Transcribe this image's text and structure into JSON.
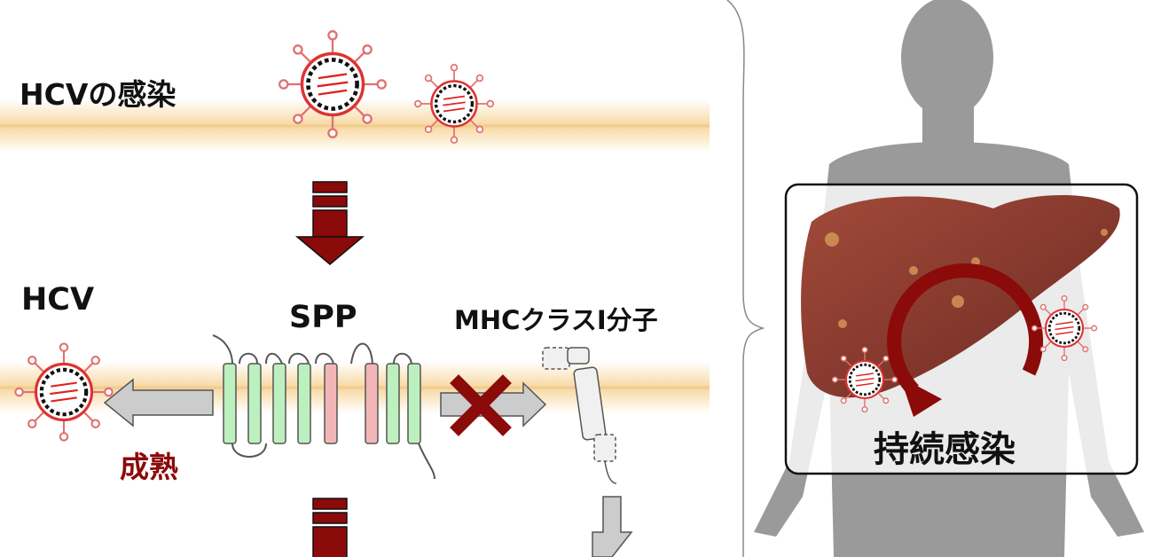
{
  "labels": {
    "infection": "HCVの感染",
    "hcv": "HCV",
    "spp": "SPP",
    "mhc": "MHCクラスI分子",
    "maturation": "成熟",
    "persistent": "持続感染"
  },
  "colors": {
    "arrow_red": "#8b0a0a",
    "membrane": "#f6d9a8",
    "tm_green": "#bdf0bf",
    "tm_pink": "#f2b6b6",
    "body_gray": "#9a9a9a",
    "liver": "#8c3a2e"
  }
}
